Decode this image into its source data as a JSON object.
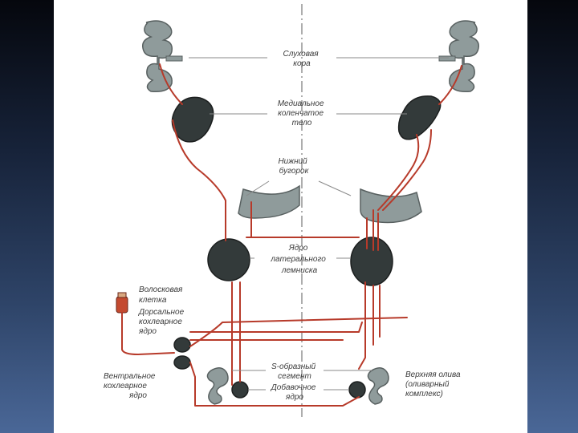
{
  "labels": {
    "auditory_cortex": [
      "Слуховая",
      "кора"
    ],
    "medial_geniculate": [
      "Медиальное",
      "коленчатое",
      "тело"
    ],
    "inferior_colliculus": [
      "Нижний",
      "бугорок"
    ],
    "lateral_lemniscus_nucleus": [
      "Ядро",
      "латерального",
      "лемниска"
    ],
    "hair_cell": [
      "Волосковая",
      "клетка"
    ],
    "dorsal_cochlear": [
      "Дорсальное",
      "кохлеарное",
      "ядро"
    ],
    "ventral_cochlear": [
      "Вентральное",
      "кохлеарное",
      "ядро"
    ],
    "s_segment": [
      "S-образный",
      "сегмент"
    ],
    "accessory_nucleus": [
      "Добавочное",
      "ядро"
    ],
    "superior_olive": [
      "Верхняя олива",
      "(оливарный",
      "комплекс)"
    ]
  },
  "colors": {
    "pathway": "#b73a2a",
    "nucleus": "#333a3a",
    "tissue": "#8f9b9b",
    "background_panel": "#ffffff"
  }
}
